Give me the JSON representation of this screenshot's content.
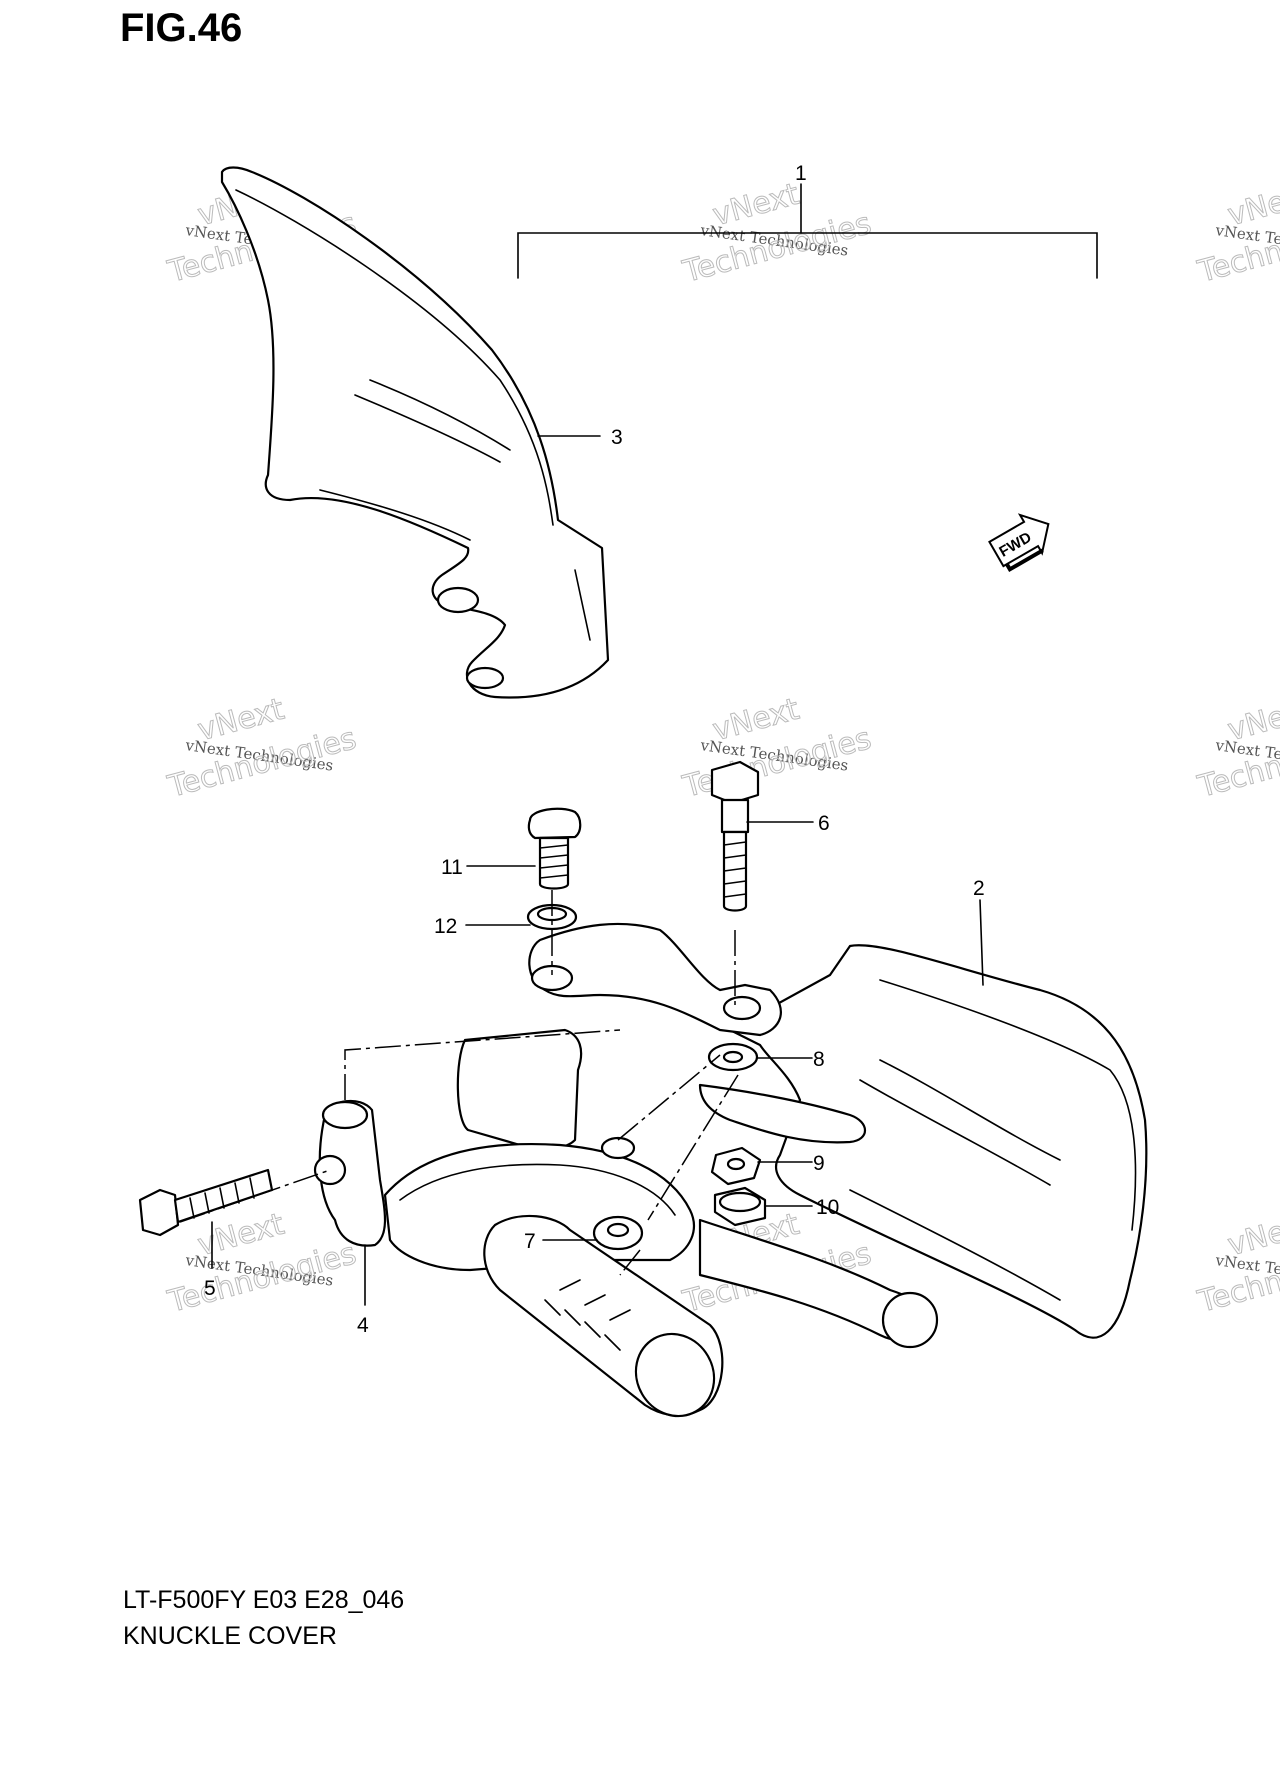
{
  "figure": {
    "title": "FIG.46",
    "model_code": "LT-F500FY E03 E28_046",
    "caption": "KNUCKLE COVER"
  },
  "callouts": [
    {
      "id": "1"
    },
    {
      "id": "2"
    },
    {
      "id": "3"
    },
    {
      "id": "4"
    },
    {
      "id": "5"
    },
    {
      "id": "6"
    },
    {
      "id": "7"
    },
    {
      "id": "8"
    },
    {
      "id": "9"
    },
    {
      "id": "10"
    },
    {
      "id": "11"
    },
    {
      "id": "12"
    }
  ],
  "fwd_marker": "FWD",
  "watermark": {
    "line1": "vNext Technologies",
    "line2": "vNext",
    "line3": "Technologies"
  }
}
